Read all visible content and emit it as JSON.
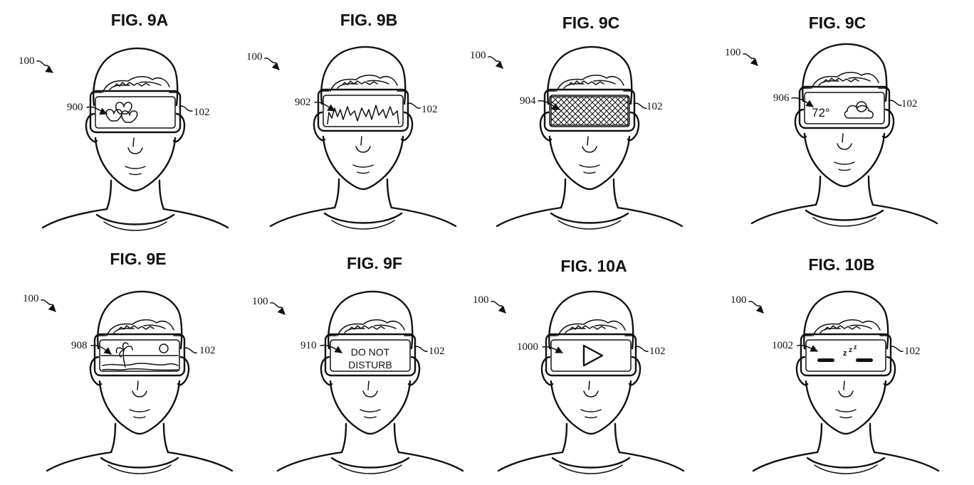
{
  "figures": [
    {
      "id": "9a",
      "title": "FIG. 9A",
      "device_ref": "100",
      "hmd_ref": "102",
      "display_ref": "900",
      "content": "hearts"
    },
    {
      "id": "9b",
      "title": "FIG. 9B",
      "device_ref": "100",
      "hmd_ref": "102",
      "display_ref": "902",
      "content": "flames"
    },
    {
      "id": "9c1",
      "title": "FIG. 9C",
      "device_ref": "100",
      "hmd_ref": "102",
      "display_ref": "904",
      "content": "crosshatch"
    },
    {
      "id": "9c2",
      "title": "FIG. 9C",
      "device_ref": "100",
      "hmd_ref": "102",
      "display_ref": "906",
      "content": "weather",
      "temperature": "72°"
    },
    {
      "id": "9e",
      "title": "FIG. 9E",
      "device_ref": "100",
      "hmd_ref": "102",
      "display_ref": "908",
      "content": "beach-scene"
    },
    {
      "id": "9f",
      "title": "FIG. 9F",
      "device_ref": "100",
      "hmd_ref": "102",
      "display_ref": "910",
      "content": "text",
      "line1": "DO NOT",
      "line2": "DISTURB"
    },
    {
      "id": "10a",
      "title": "FIG. 10A",
      "device_ref": "100",
      "hmd_ref": "102",
      "display_ref": "1000",
      "content": "play-icon"
    },
    {
      "id": "10b",
      "title": "FIG. 10B",
      "device_ref": "100",
      "hmd_ref": "102",
      "display_ref": "1002",
      "content": "sleeping-eyes",
      "zzz": [
        "z",
        "z",
        "z"
      ]
    }
  ]
}
